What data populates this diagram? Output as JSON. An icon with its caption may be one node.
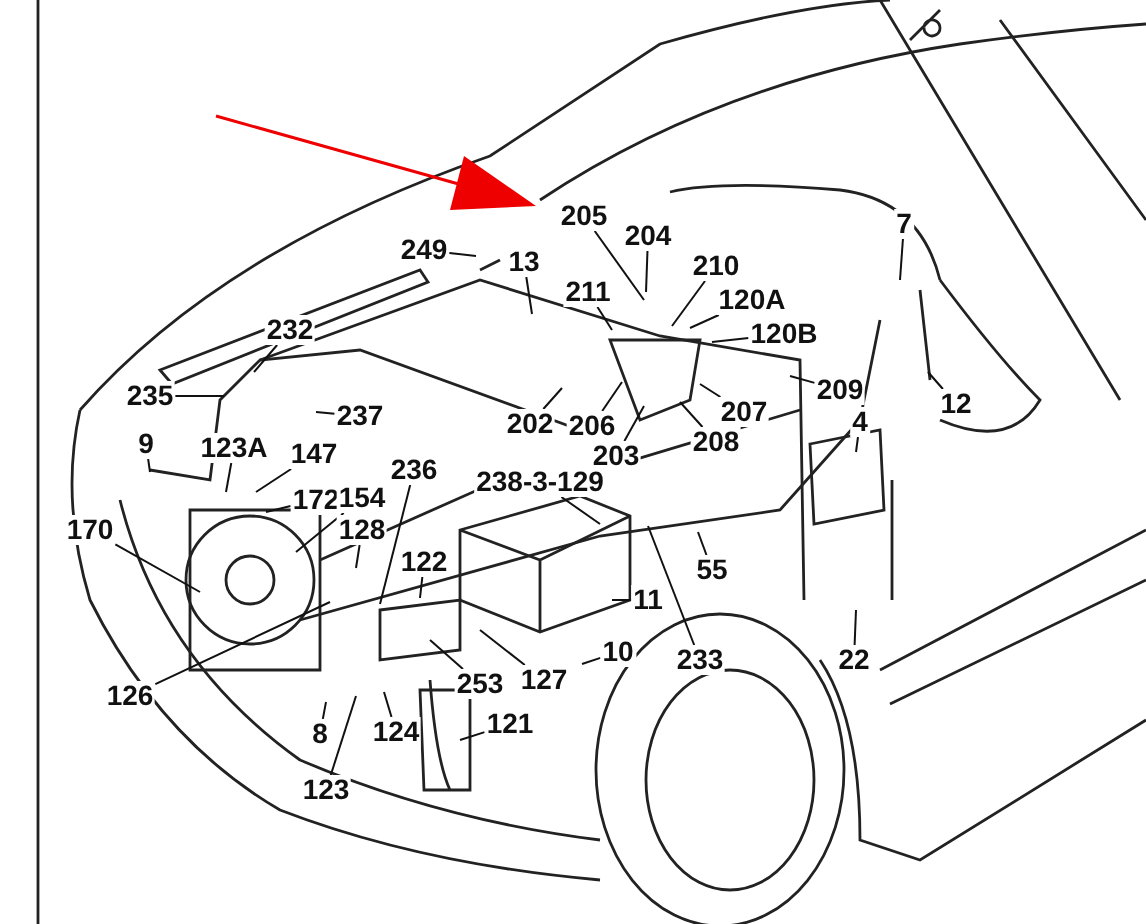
{
  "diagram": {
    "nodes": [
      {
        "text": [
          "205"
        ]
      },
      {
        "text": [
          "204"
        ]
      },
      {
        "text": [
          "13"
        ]
      },
      {
        "text": [
          "249"
        ]
      },
      {
        "text": [
          "210"
        ]
      },
      {
        "text": [
          "7"
        ]
      },
      {
        "text": [
          "211"
        ]
      },
      {
        "text": [
          "120A"
        ]
      },
      {
        "text": [
          "120B"
        ]
      },
      {
        "text": [
          "232"
        ]
      },
      {
        "text": [
          "235"
        ]
      },
      {
        "text": [
          "209"
        ]
      },
      {
        "text": [
          "12"
        ]
      },
      {
        "text": [
          "202"
        ]
      },
      {
        "text": [
          "206"
        ]
      },
      {
        "text": [
          "207"
        ]
      },
      {
        "text": [
          "4"
        ]
      },
      {
        "text": [
          "9"
        ]
      },
      {
        "text": [
          "123A"
        ]
      },
      {
        "text": [
          "147"
        ]
      },
      {
        "text": [
          "237"
        ]
      },
      {
        "text": [
          "208"
        ]
      },
      {
        "text": [
          "203"
        ]
      },
      {
        "text": [
          "172"
        ]
      },
      {
        "text": [
          "154"
        ]
      },
      {
        "text": [
          "236"
        ]
      },
      {
        "text": [
          "238-3-129"
        ]
      },
      {
        "text": [
          "170"
        ]
      },
      {
        "text": [
          "128"
        ]
      },
      {
        "text": [
          "11"
        ]
      },
      {
        "text": [
          "55"
        ]
      },
      {
        "text": [
          "122"
        ]
      },
      {
        "text": [
          "126"
        ]
      },
      {
        "text": [
          "10"
        ]
      },
      {
        "text": [
          "127"
        ]
      },
      {
        "text": [
          "233"
        ]
      },
      {
        "text": [
          "22"
        ]
      },
      {
        "text": [
          "253"
        ]
      },
      {
        "text": [
          "8"
        ]
      },
      {
        "text": [
          "124"
        ]
      },
      {
        "text": [
          "121"
        ]
      },
      {
        "text": [
          "123"
        ]
      }
    ],
    "edges": [
      {
        "from": 0,
        "to": null,
        "arrow": "none"
      },
      {
        "from": 1,
        "to": null,
        "arrow": "none"
      },
      {
        "from": 2,
        "to": null,
        "arrow": "none"
      },
      {
        "from": 3,
        "to": null,
        "arrow": "none"
      },
      {
        "from": 4,
        "to": null,
        "arrow": "none"
      },
      {
        "from": 5,
        "to": null,
        "arrow": "none"
      },
      {
        "from": 6,
        "to": null,
        "arrow": "none"
      },
      {
        "from": 7,
        "to": null,
        "arrow": "none"
      },
      {
        "from": 8,
        "to": null,
        "arrow": "none"
      },
      {
        "from": 9,
        "to": null,
        "arrow": "none"
      },
      {
        "from": 10,
        "to": null,
        "arrow": "none"
      },
      {
        "from": 11,
        "to": null,
        "arrow": "none"
      },
      {
        "from": 12,
        "to": null,
        "arrow": "none"
      },
      {
        "from": 13,
        "to": null,
        "arrow": "none"
      },
      {
        "from": 14,
        "to": null,
        "arrow": "none"
      },
      {
        "from": 15,
        "to": null,
        "arrow": "none"
      },
      {
        "from": 16,
        "to": null,
        "arrow": "none"
      },
      {
        "from": 17,
        "to": null,
        "arrow": "none"
      },
      {
        "from": 18,
        "to": null,
        "arrow": "none"
      },
      {
        "from": 19,
        "to": null,
        "arrow": "none"
      },
      {
        "from": 20,
        "to": null,
        "arrow": "none"
      },
      {
        "from": 21,
        "to": null,
        "arrow": "none"
      },
      {
        "from": 22,
        "to": null,
        "arrow": "none"
      },
      {
        "from": 23,
        "to": null,
        "arrow": "none"
      },
      {
        "from": 24,
        "to": null,
        "arrow": "none"
      },
      {
        "from": 25,
        "to": null,
        "arrow": "none"
      },
      {
        "from": 26,
        "to": null,
        "arrow": "none"
      },
      {
        "from": 27,
        "to": null,
        "arrow": "none"
      },
      {
        "from": 28,
        "to": null,
        "arrow": "none"
      },
      {
        "from": 29,
        "to": null,
        "arrow": "none"
      },
      {
        "from": 30,
        "to": null,
        "arrow": "none"
      },
      {
        "from": 31,
        "to": null,
        "arrow": "none"
      },
      {
        "from": 32,
        "to": null,
        "arrow": "none"
      },
      {
        "from": 33,
        "to": null,
        "arrow": "none"
      },
      {
        "from": 34,
        "to": null,
        "arrow": "none"
      },
      {
        "from": 35,
        "to": null,
        "arrow": "none"
      },
      {
        "from": 36,
        "to": null,
        "arrow": "none"
      },
      {
        "from": 37,
        "to": null,
        "arrow": "none"
      },
      {
        "from": 38,
        "to": null,
        "arrow": "none"
      },
      {
        "from": 39,
        "to": null,
        "arrow": "none"
      },
      {
        "from": 40,
        "to": null,
        "arrow": "none"
      },
      {
        "from": 41,
        "to": null,
        "arrow": "none"
      }
    ]
  }
}
